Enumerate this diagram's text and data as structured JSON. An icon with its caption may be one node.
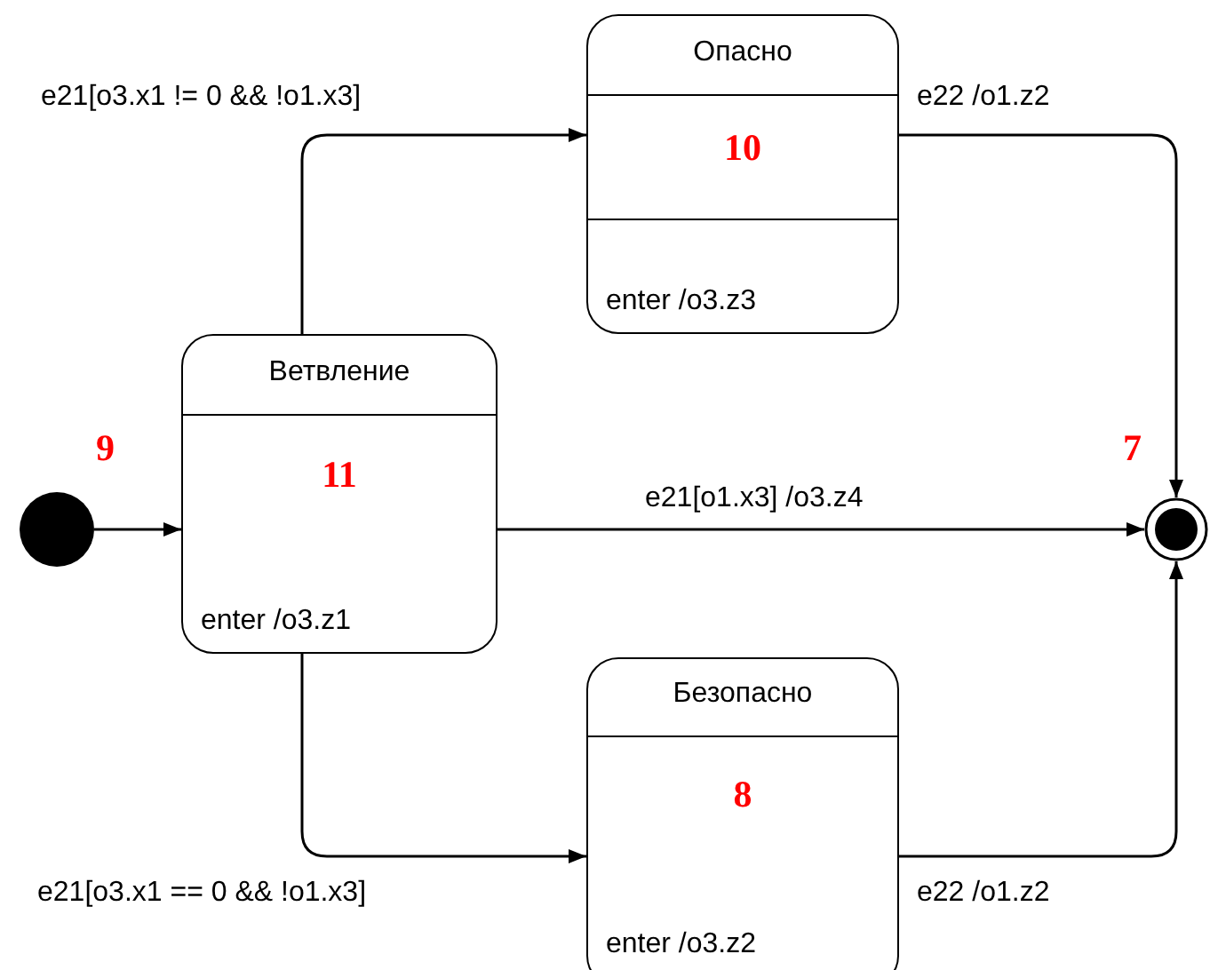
{
  "diagram": {
    "nodes": [
      {
        "text": [],
        "shape": "circle",
        "beside": [
          "9"
        ]
      },
      {
        "text": [
          "Ветвление",
          "11",
          "enter /o3.z1"
        ]
      },
      {
        "text": [
          "Опасно",
          "10",
          "enter /o3.z3"
        ]
      },
      {
        "text": [
          "Безопасно",
          "8",
          "enter /o3.z2"
        ]
      },
      {
        "text": [],
        "shape": "circle",
        "beside": [
          "7"
        ]
      }
    ],
    "edges": [
      {
        "from": 0,
        "to": 1,
        "arrow": "to"
      },
      {
        "from": 1,
        "to": 2,
        "arrow": "to",
        "label": "e21[o3.x1 != 0 && !o1.x3]"
      },
      {
        "from": 1,
        "to": 4,
        "arrow": "to",
        "label": "e21[o1.x3] /o3.z4"
      },
      {
        "from": 1,
        "to": 3,
        "arrow": "to",
        "label": "e21[o3.x1 == 0 && !o1.x3]"
      },
      {
        "from": 2,
        "to": 4,
        "arrow": "to",
        "label": "e22 /o1.z2"
      },
      {
        "from": 3,
        "to": 4,
        "arrow": "to",
        "label": "e22 /o1.z2"
      }
    ]
  }
}
